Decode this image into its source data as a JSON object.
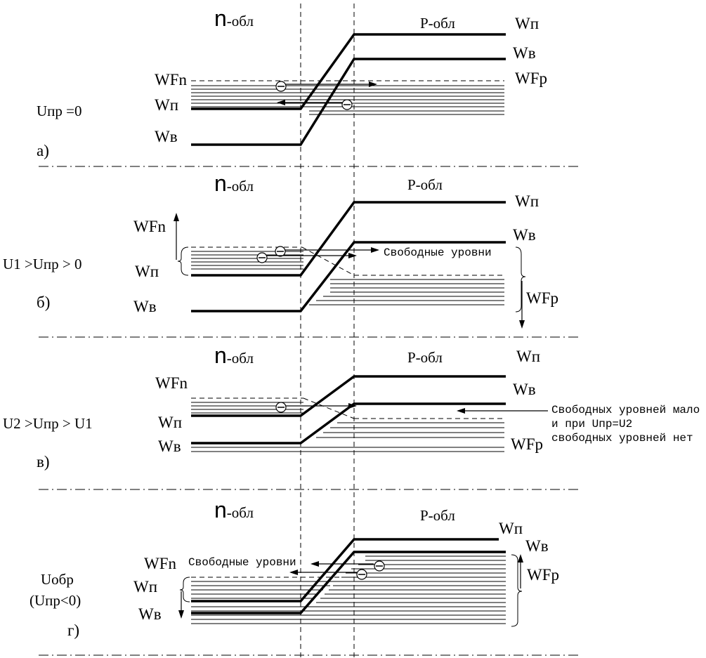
{
  "panels": [
    {
      "letter": "а)",
      "condition": [
        "Uпр  =0"
      ],
      "region_n": "n",
      "region_n_suffix": "-обл",
      "region_p": "Р-обл",
      "left_labels": {
        "fermi": "WFn",
        "conduction": "Wп",
        "valence": "Wв"
      },
      "right_labels": {
        "conduction": "Wп",
        "valence": "Wв",
        "fermi": "WFp"
      },
      "note": []
    },
    {
      "letter": "б)",
      "condition": [
        "U1 >Uпр > 0"
      ],
      "region_n": "n",
      "region_n_suffix": "-обл",
      "region_p": "Р-обл",
      "left_labels": {
        "fermi": "WFn",
        "conduction": "Wп",
        "valence": "Wв"
      },
      "right_labels": {
        "conduction": "Wп",
        "valence": "Wв",
        "fermi": "WFp"
      },
      "note": [
        "Свободные уровни"
      ]
    },
    {
      "letter": "в)",
      "condition": [
        "U2 >Uпр > U1"
      ],
      "region_n": "n",
      "region_n_suffix": "-обл",
      "region_p": "Р-обл",
      "left_labels": {
        "fermi": "WFn",
        "conduction": "Wп",
        "valence": "Wв"
      },
      "right_labels": {
        "conduction": "Wп",
        "valence": "Wв",
        "fermi": "WFp"
      },
      "note": [
        "Свободных уровней мало",
        "и при Uпр=U2",
        "свободных уровней нет"
      ]
    },
    {
      "letter": "г)",
      "condition": [
        "Uобр",
        "(Uпр<0)"
      ],
      "region_n": "n",
      "region_n_suffix": "-обл",
      "region_p": "Р-обл",
      "left_labels": {
        "fermi": "WFn",
        "conduction": "Wп",
        "valence": "Wв"
      },
      "right_labels": {
        "conduction": "Wп",
        "valence": "Wв",
        "fermi": "WFp"
      },
      "note": [
        "Свободные уровни"
      ]
    }
  ],
  "electron_symbol": "−"
}
